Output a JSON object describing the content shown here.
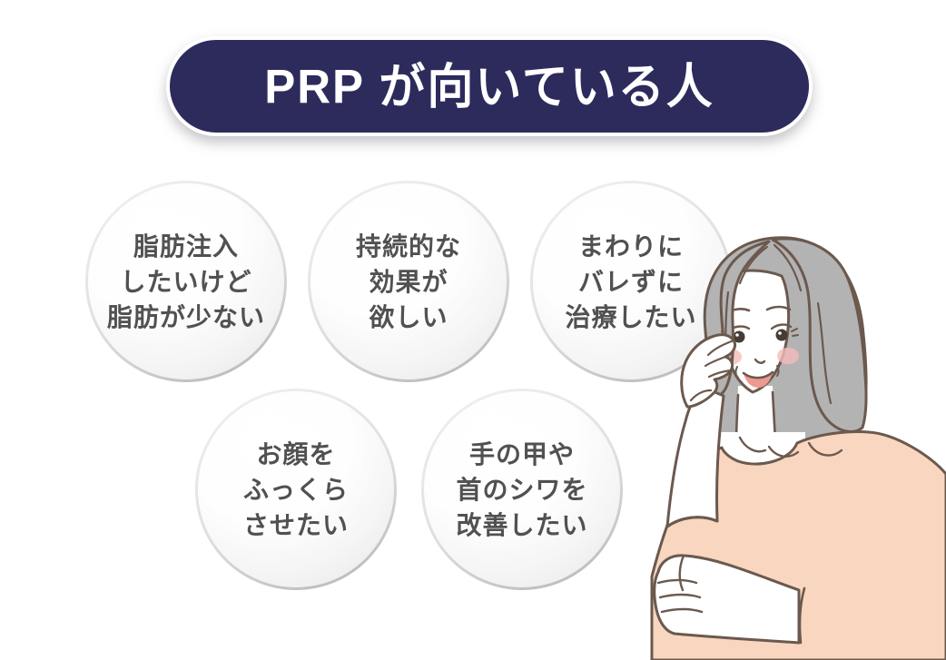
{
  "title": {
    "label": "PRP が向いている人"
  },
  "bubbles": [
    {
      "id": "fat-injection",
      "lines": [
        "脂肪注入",
        "したいけど",
        "脂肪が少ない"
      ]
    },
    {
      "id": "lasting-effect",
      "lines": [
        "持続的な",
        "効果が",
        "欲しい"
      ]
    },
    {
      "id": "discreet",
      "lines": [
        "まわりに",
        "バレずに",
        "治療したい"
      ]
    },
    {
      "id": "plump-face",
      "lines": [
        "お顔を",
        "ふっくら",
        "させたい"
      ]
    },
    {
      "id": "hand-neck-wrinkles",
      "lines": [
        "手の甲や",
        "首のシワを",
        "改善したい"
      ]
    }
  ],
  "illustration": {
    "name": "woman-touching-cheek-illustration"
  },
  "colors": {
    "background": "#ffffff",
    "title_bg": "#2d2b5c",
    "title_text": "#ffffff",
    "bubble_text": "#515151",
    "bubble_rim": "#b9b9b9",
    "hair": "#b3b3b3",
    "outline": "#6b594e",
    "sweater": "#f8d6c0",
    "blush": "#f4bcba",
    "lips": "#ec9a92"
  }
}
